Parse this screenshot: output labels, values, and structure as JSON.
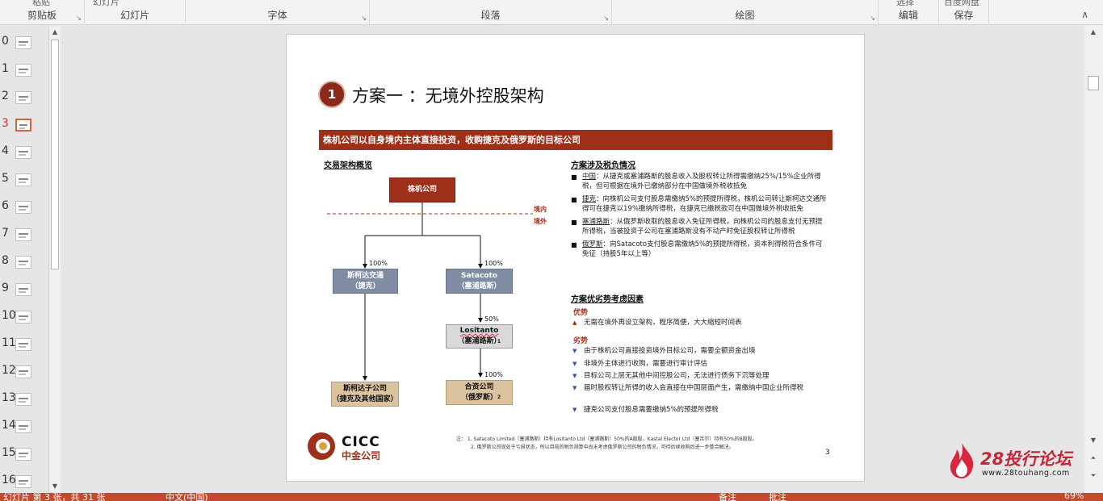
{
  "ribbon": {
    "groups": [
      {
        "label": "剪贴板",
        "cut": "粘贴"
      },
      {
        "label": "幻灯片",
        "cut": "幻灯片"
      },
      {
        "label": "字体",
        "cut": ""
      },
      {
        "label": "段落",
        "cut": ""
      },
      {
        "label": "绘图",
        "cut": ""
      },
      {
        "label": "编辑",
        "cut": "选择"
      },
      {
        "label": "保存",
        "cut": "百度网盘"
      }
    ]
  },
  "thumbnails": {
    "numbers": [
      "0",
      "1",
      "2",
      "3",
      "4",
      "5",
      "6",
      "7",
      "8",
      "9",
      "10",
      "11",
      "12",
      "13",
      "14",
      "15",
      "16"
    ],
    "active_index": 3
  },
  "slide": {
    "badge": "1",
    "title": "方案一 ：无境外控股架构",
    "banner": "株机公司以自身境内主体直接投资，收购捷克及俄罗斯的目标公司",
    "left_head": "交易架构概览",
    "chart": {
      "root": "株机公司",
      "domestic": "境内",
      "overseas": "境外",
      "czech_l1": "斯柯达交通",
      "czech_l2": "（捷克）",
      "sata_l1": "Satacoto",
      "sata_l2": "（塞浦路斯）",
      "losi_l1": "Lositanto",
      "losi_l2": "（塞浦路斯）",
      "losi_sup": "1",
      "czsub_l1": "斯柯达子公司",
      "czsub_l2": "（捷克及其他国家）",
      "jv_l1": "合资公司",
      "jv_l2": "（俄罗斯）",
      "jv_sup": "2",
      "pct_czech": "100%",
      "pct_sata": "100%",
      "pct_losi": "50%",
      "pct_jv": "100%"
    },
    "tax_head": "方案涉及税负情况",
    "tax_bullets": [
      {
        "name": "中国",
        "text": "：从捷克或塞浦路斯的股息收入及股权转让所得需缴纳25%/15%企业所得税，但可根据在境外已缴纳部分在中国做境外税收抵免"
      },
      {
        "name": "捷克",
        "text": "：向株机公司支付股息需缴纳5%的预提所得税，株机公司转让斯柯达交通所得可在捷克以19%缴纳所得税，在捷克已缴税款可在中国做境外税收抵免"
      },
      {
        "name": "塞浦路斯",
        "text": "：从俄罗斯收取的股息收入免征所得税，向株机公司的股息支付无预提所得税，当被投资子公司在塞浦路斯没有不动产时免征股权转让所得税"
      },
      {
        "name": "俄罗斯",
        "text": "：向Satacoto支付股息需缴纳5%的预提所得税，资本利得税符合条件可免征（持股5年以上等）"
      }
    ],
    "pros_cons_head": "方案优劣势考虑因素",
    "pros_head": "优势",
    "pros": [
      "无需在境外再设立架构，程序简便，大大缩短时间表"
    ],
    "cons_head": "劣势",
    "cons": [
      "由于株机公司直接投资境外目标公司，需要全额资金出境",
      "非境外主体进行收购，需要进行审计评估",
      "目标公司上层无其他中间控股公司，无法进行债务下沉等处理",
      "届时股权转让所得的收入会直接在中国层面产生，需缴纳中国企业所得税",
      "捷克公司支付股息需要缴纳5%的预提所得税"
    ],
    "logo_en": "CICC",
    "logo_cn": "中金公司",
    "footnote_1": "注：  1. Satacoto Limited（塞浦路斯）持有Lositanto Ltd（塞浦路斯）50%的A股股，Kastal Elector Ltd（塞舌尔）持有50%的B股股。",
    "footnote_2": "2. 俄罗斯公司现处于亏损状态，所以目前的税负测算中尚未考虑俄罗斯公司的税负情况，可待后续收购后进一步整合解决。",
    "page_number": "3"
  },
  "watermark": {
    "title": "28投行论坛",
    "url": "www.28touhang.com"
  },
  "status": {
    "slide_info": "幻灯片 第 3 张，共 31 张",
    "language": "中文(中国)",
    "notes": "备注",
    "comments": "批注",
    "zoom": "69%"
  },
  "colors": {
    "accent": "#9e3019",
    "status_bar": "#c34a2c",
    "slate_box": "#7f8ca3",
    "tan_box": "#dcc3a0"
  }
}
